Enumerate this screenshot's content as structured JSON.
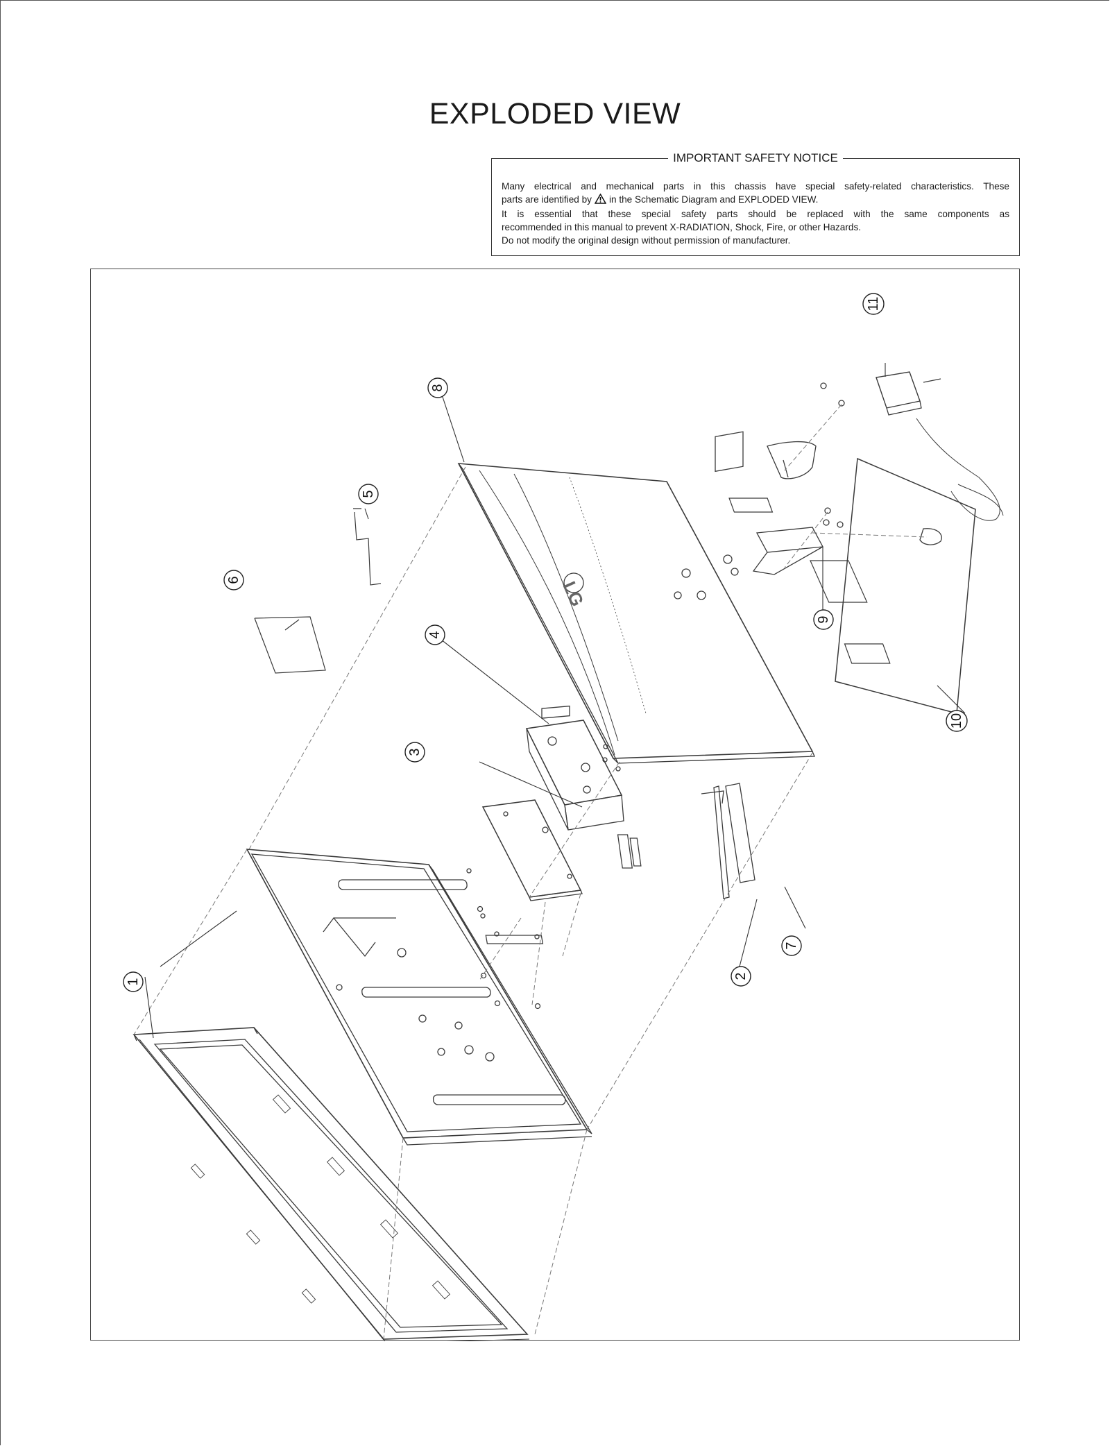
{
  "title": "EXPLODED VIEW",
  "notice": {
    "heading": "IMPORTANT SAFETY NOTICE",
    "line1": "Many electrical and mechanical parts in this chassis have special safety-related characteristics. These",
    "line2_before": "parts are identified by",
    "line2_after": "in the Schematic Diagram and EXPLODED VIEW.",
    "line3": "It is essential that these special safety parts should be replaced with the same components as",
    "line4": "recommended in this manual to prevent X-RADIATION, Shock, Fire, or other Hazards.",
    "line5": "Do not modify the original design without permission of manufacturer."
  },
  "logo_text": "LG",
  "callouts": [
    {
      "id": "c1",
      "label": "1"
    },
    {
      "id": "c2",
      "label": "2"
    },
    {
      "id": "c3",
      "label": "3"
    },
    {
      "id": "c4",
      "label": "4"
    },
    {
      "id": "c5",
      "label": "5"
    },
    {
      "id": "c6",
      "label": "6"
    },
    {
      "id": "c7",
      "label": "7"
    },
    {
      "id": "c8",
      "label": "8"
    },
    {
      "id": "c9",
      "label": "9"
    },
    {
      "id": "c10",
      "label": "10"
    },
    {
      "id": "c11",
      "label": "11"
    }
  ]
}
